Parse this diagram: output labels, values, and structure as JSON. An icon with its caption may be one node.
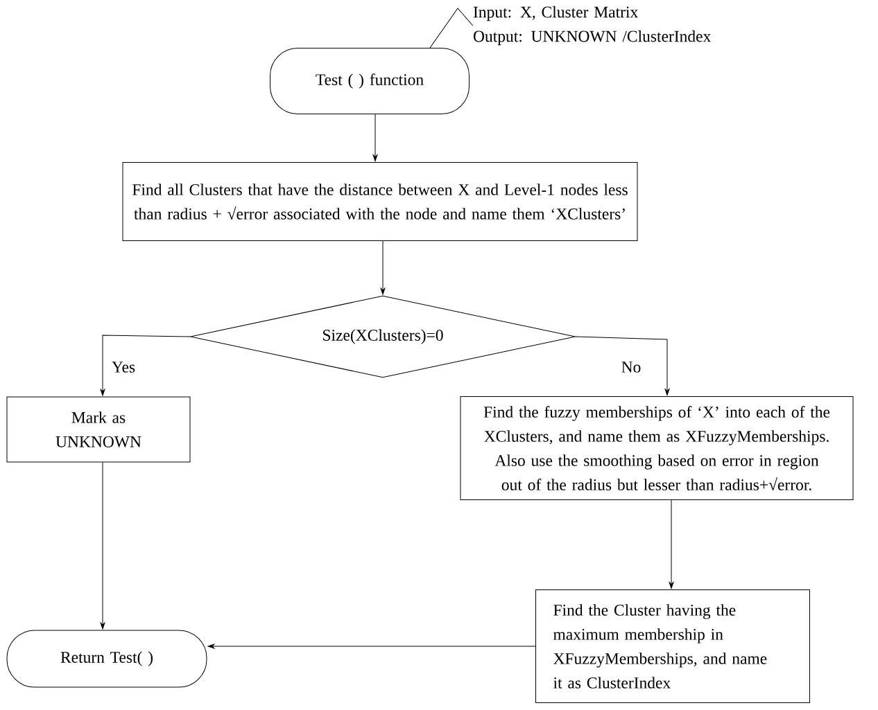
{
  "diagram": {
    "nodes": [
      {
        "text": [
          "Input: X, Cluster Matrix",
          "Output: UNKNOWN /ClusterIndex"
        ]
      },
      {
        "text": [
          "Test ( ) function"
        ]
      },
      {
        "text": [
          "Find all Clusters that have the distance between X and Level-1 nodes less than radius + √error associated with the node and name them ‘XClusters’"
        ]
      },
      {
        "text": [
          "Size(XClusters)=0"
        ]
      },
      {
        "text": [
          "Mark as UNKNOWN"
        ]
      },
      {
        "text": [
          "Find the fuzzy memberships of ‘X’ into each of the XClusters, and name them as XFuzzyMemberships. Also use the smoothing based on error in region out of the radius but lesser than radius+√error."
        ]
      },
      {
        "text": [
          "Find the Cluster having the maximum membership in XFuzzyMemberships, and name it as ClusterIndex"
        ]
      },
      {
        "text": [
          "Return Test( )"
        ]
      }
    ],
    "edges": [
      {
        "from": 0,
        "to": 1,
        "arrow": "none"
      },
      {
        "from": 1,
        "to": 2,
        "arrow": "to"
      },
      {
        "from": 2,
        "to": 3,
        "arrow": "to"
      },
      {
        "from": 3,
        "to": 4,
        "arrow": "to",
        "label": "Yes"
      },
      {
        "from": 3,
        "to": 5,
        "arrow": "to",
        "label": "No"
      },
      {
        "from": 4,
        "to": 7,
        "arrow": "to"
      },
      {
        "from": 5,
        "to": 6,
        "arrow": "to"
      },
      {
        "from": 6,
        "to": 7,
        "arrow": "to"
      }
    ]
  }
}
